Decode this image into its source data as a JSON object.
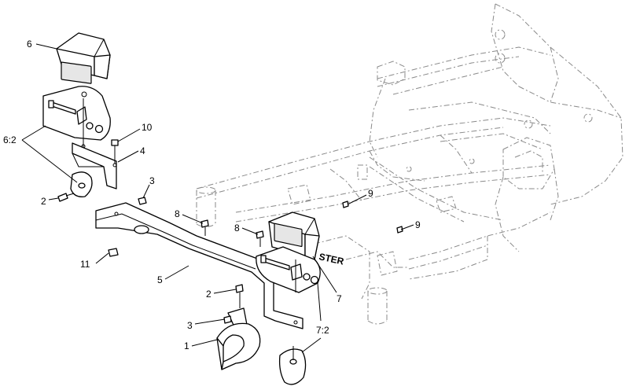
{
  "callouts": {
    "c1": "1",
    "c2a": "2",
    "c2b": "2",
    "c3a": "3",
    "c3b": "3",
    "c4": "4",
    "c5": "5",
    "c6": "6",
    "c6_2": "6:2",
    "c7": "7",
    "c7_2": "7:2",
    "c8a": "8",
    "c8b": "8",
    "c9a": "9",
    "c9b": "9",
    "c10": "10",
    "c11": "11"
  },
  "decal_text": "STER"
}
